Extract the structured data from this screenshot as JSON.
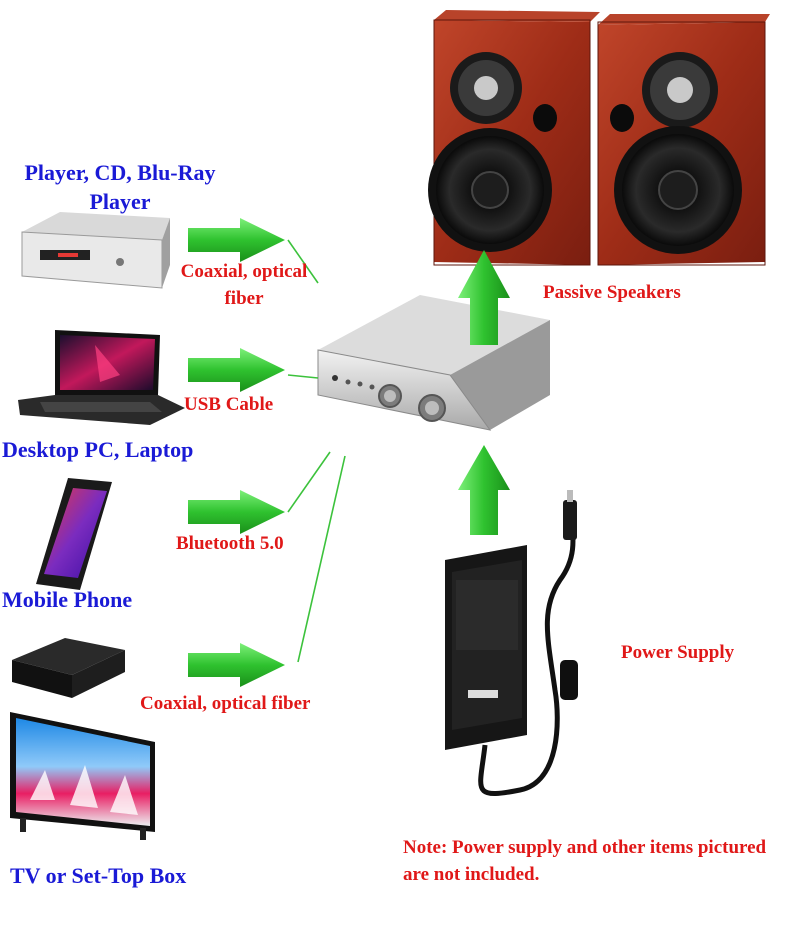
{
  "sources": {
    "player": "Player, CD, Blu-Ray Player",
    "laptop": "Desktop PC, Laptop",
    "phone": "Mobile Phone",
    "tv": "TV or Set-Top Box"
  },
  "connections": {
    "player": "Coaxial, optical fiber",
    "laptop": "USB Cable",
    "phone": "Bluetooth 5.0",
    "tv": "Coaxial, optical fiber"
  },
  "outputs": {
    "speakers": "Passive Speakers",
    "power": "Power Supply"
  },
  "note": "Note: Power supply and other items pictured are not included.",
  "colors": {
    "source_label": "#1a1ad6",
    "connection_label": "#e01818",
    "arrow": "#2fc22f",
    "wire": "#3cc23c",
    "speaker_wood": "#a8321c"
  }
}
